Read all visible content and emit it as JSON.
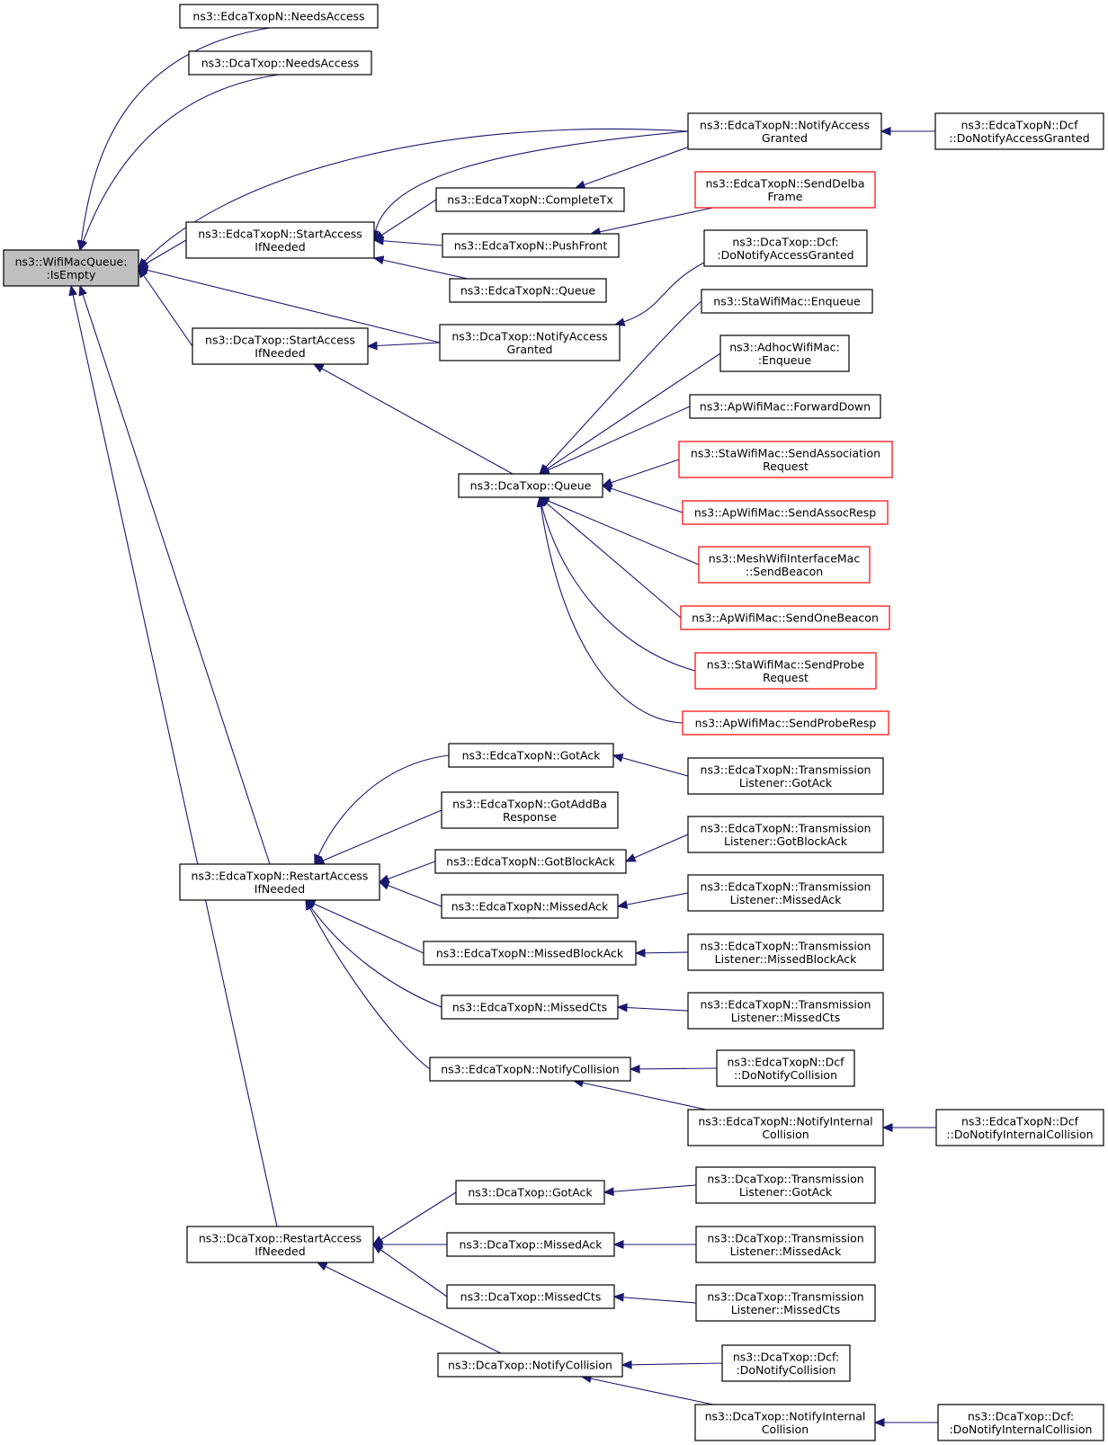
{
  "graph": {
    "edge_color": "#191970",
    "node_border": "#000000",
    "truncated_border": "#ff0000",
    "root_fill": "#bfbfbf",
    "nodes": [
      {
        "id": "root",
        "lines": [
          "ns3::WifiMacQueue:",
          ":IsEmpty"
        ],
        "style": "root"
      },
      {
        "id": "e_needsaccess",
        "lines": [
          "ns3::EdcaTxopN::NeedsAccess"
        ],
        "style": "normal"
      },
      {
        "id": "d_needsaccess",
        "lines": [
          "ns3::DcaTxop::NeedsAccess"
        ],
        "style": "normal"
      },
      {
        "id": "e_notifyaccess",
        "lines": [
          "ns3::EdcaTxopN::NotifyAccess",
          "Granted"
        ],
        "style": "normal"
      },
      {
        "id": "e_dcf_notifyaccess",
        "lines": [
          "ns3::EdcaTxopN::Dcf",
          "::DoNotifyAccessGranted"
        ],
        "style": "normal"
      },
      {
        "id": "e_completetx",
        "lines": [
          "ns3::EdcaTxopN::CompleteTx"
        ],
        "style": "normal"
      },
      {
        "id": "e_senddelba",
        "lines": [
          "ns3::EdcaTxopN::SendDelba",
          "Frame"
        ],
        "style": "truncated"
      },
      {
        "id": "e_startaccess",
        "lines": [
          "ns3::EdcaTxopN::StartAccess",
          "IfNeeded"
        ],
        "style": "normal"
      },
      {
        "id": "e_pushfront",
        "lines": [
          "ns3::EdcaTxopN::PushFront"
        ],
        "style": "normal"
      },
      {
        "id": "d_dcf_notifyaccess",
        "lines": [
          "ns3::DcaTxop::Dcf:",
          ":DoNotifyAccessGranted"
        ],
        "style": "normal"
      },
      {
        "id": "e_queue",
        "lines": [
          "ns3::EdcaTxopN::Queue"
        ],
        "style": "normal"
      },
      {
        "id": "sta_enqueue",
        "lines": [
          "ns3::StaWifiMac::Enqueue"
        ],
        "style": "normal"
      },
      {
        "id": "d_startaccess",
        "lines": [
          "ns3::DcaTxop::StartAccess",
          "IfNeeded"
        ],
        "style": "normal"
      },
      {
        "id": "d_notifyaccess",
        "lines": [
          "ns3::DcaTxop::NotifyAccess",
          "Granted"
        ],
        "style": "normal"
      },
      {
        "id": "adhoc_enqueue",
        "lines": [
          "ns3::AdhocWifiMac:",
          ":Enqueue"
        ],
        "style": "normal"
      },
      {
        "id": "ap_forwarddown",
        "lines": [
          "ns3::ApWifiMac::ForwardDown"
        ],
        "style": "normal"
      },
      {
        "id": "sta_sendassoc",
        "lines": [
          "ns3::StaWifiMac::SendAssociation",
          "Request"
        ],
        "style": "truncated"
      },
      {
        "id": "d_queue",
        "lines": [
          "ns3::DcaTxop::Queue"
        ],
        "style": "normal"
      },
      {
        "id": "ap_sendassocresp",
        "lines": [
          "ns3::ApWifiMac::SendAssocResp"
        ],
        "style": "truncated"
      },
      {
        "id": "mesh_sendbeacon",
        "lines": [
          "ns3::MeshWifiInterfaceMac",
          "::SendBeacon"
        ],
        "style": "truncated"
      },
      {
        "id": "ap_sendonebeacon",
        "lines": [
          "ns3::ApWifiMac::SendOneBeacon"
        ],
        "style": "truncated"
      },
      {
        "id": "sta_sendprobe",
        "lines": [
          "ns3::StaWifiMac::SendProbe",
          "Request"
        ],
        "style": "truncated"
      },
      {
        "id": "ap_sendproberesp",
        "lines": [
          "ns3::ApWifiMac::SendProbeResp"
        ],
        "style": "truncated"
      },
      {
        "id": "e_gotack",
        "lines": [
          "ns3::EdcaTxopN::GotAck"
        ],
        "style": "normal"
      },
      {
        "id": "e_tl_gotack",
        "lines": [
          "ns3::EdcaTxopN::Transmission",
          "Listener::GotAck"
        ],
        "style": "normal"
      },
      {
        "id": "e_gotaddba",
        "lines": [
          "ns3::EdcaTxopN::GotAddBa",
          "Response"
        ],
        "style": "normal"
      },
      {
        "id": "e_tl_gotblockack",
        "lines": [
          "ns3::EdcaTxopN::Transmission",
          "Listener::GotBlockAck"
        ],
        "style": "normal"
      },
      {
        "id": "e_gotblockack",
        "lines": [
          "ns3::EdcaTxopN::GotBlockAck"
        ],
        "style": "normal"
      },
      {
        "id": "e_restart",
        "lines": [
          "ns3::EdcaTxopN::RestartAccess",
          "IfNeeded"
        ],
        "style": "normal"
      },
      {
        "id": "e_tl_missedack",
        "lines": [
          "ns3::EdcaTxopN::Transmission",
          "Listener::MissedAck"
        ],
        "style": "normal"
      },
      {
        "id": "e_missedack",
        "lines": [
          "ns3::EdcaTxopN::MissedAck"
        ],
        "style": "normal"
      },
      {
        "id": "e_missedblockack",
        "lines": [
          "ns3::EdcaTxopN::MissedBlockAck"
        ],
        "style": "normal"
      },
      {
        "id": "e_tl_missedblockack",
        "lines": [
          "ns3::EdcaTxopN::Transmission",
          "Listener::MissedBlockAck"
        ],
        "style": "normal"
      },
      {
        "id": "e_missedcts",
        "lines": [
          "ns3::EdcaTxopN::MissedCts"
        ],
        "style": "normal"
      },
      {
        "id": "e_tl_missedcts",
        "lines": [
          "ns3::EdcaTxopN::Transmission",
          "Listener::MissedCts"
        ],
        "style": "normal"
      },
      {
        "id": "e_notifycollision",
        "lines": [
          "ns3::EdcaTxopN::NotifyCollision"
        ],
        "style": "normal"
      },
      {
        "id": "e_dcf_notifycollision",
        "lines": [
          "ns3::EdcaTxopN::Dcf",
          "::DoNotifyCollision"
        ],
        "style": "normal"
      },
      {
        "id": "e_notifyinternal",
        "lines": [
          "ns3::EdcaTxopN::NotifyInternal",
          "Collision"
        ],
        "style": "normal"
      },
      {
        "id": "e_dcf_notifyinternal",
        "lines": [
          "ns3::EdcaTxopN::Dcf",
          "::DoNotifyInternalCollision"
        ],
        "style": "normal"
      },
      {
        "id": "d_gotack",
        "lines": [
          "ns3::DcaTxop::GotAck"
        ],
        "style": "normal"
      },
      {
        "id": "d_tl_gotack",
        "lines": [
          "ns3::DcaTxop::Transmission",
          "Listener::GotAck"
        ],
        "style": "normal"
      },
      {
        "id": "d_restart",
        "lines": [
          "ns3::DcaTxop::RestartAccess",
          "IfNeeded"
        ],
        "style": "normal"
      },
      {
        "id": "d_missedack",
        "lines": [
          "ns3::DcaTxop::MissedAck"
        ],
        "style": "normal"
      },
      {
        "id": "d_tl_missedack",
        "lines": [
          "ns3::DcaTxop::Transmission",
          "Listener::MissedAck"
        ],
        "style": "normal"
      },
      {
        "id": "d_missedcts",
        "lines": [
          "ns3::DcaTxop::MissedCts"
        ],
        "style": "normal"
      },
      {
        "id": "d_tl_missedcts",
        "lines": [
          "ns3::DcaTxop::Transmission",
          "Listener::MissedCts"
        ],
        "style": "normal"
      },
      {
        "id": "d_notifycollision",
        "lines": [
          "ns3::DcaTxop::NotifyCollision"
        ],
        "style": "normal"
      },
      {
        "id": "d_dcf_notifycollision",
        "lines": [
          "ns3::DcaTxop::Dcf:",
          ":DoNotifyCollision"
        ],
        "style": "normal"
      },
      {
        "id": "d_notifyinternal",
        "lines": [
          "ns3::DcaTxop::NotifyInternal",
          "Collision"
        ],
        "style": "normal"
      },
      {
        "id": "d_dcf_notifyinternal",
        "lines": [
          "ns3::DcaTxop::Dcf:",
          ":DoNotifyInternalCollision"
        ],
        "style": "normal"
      }
    ],
    "edges": [
      {
        "from": "e_needsaccess",
        "to": "root"
      },
      {
        "from": "d_needsaccess",
        "to": "root"
      },
      {
        "from": "e_notifyaccess",
        "to": "root"
      },
      {
        "from": "e_startaccess",
        "to": "root"
      },
      {
        "from": "d_notifyaccess",
        "to": "root"
      },
      {
        "from": "d_startaccess",
        "to": "root"
      },
      {
        "from": "e_restart",
        "to": "root"
      },
      {
        "from": "d_restart",
        "to": "root"
      },
      {
        "from": "e_dcf_notifyaccess",
        "to": "e_notifyaccess"
      },
      {
        "from": "e_notifyaccess",
        "to": "e_completetx"
      },
      {
        "from": "e_notifyaccess",
        "to": "e_startaccess"
      },
      {
        "from": "e_completetx",
        "to": "e_startaccess"
      },
      {
        "from": "e_pushfront",
        "to": "e_startaccess"
      },
      {
        "from": "e_queue",
        "to": "e_startaccess"
      },
      {
        "from": "e_senddelba",
        "to": "e_pushfront"
      },
      {
        "from": "d_dcf_notifyaccess",
        "to": "d_notifyaccess"
      },
      {
        "from": "d_notifyaccess",
        "to": "d_startaccess"
      },
      {
        "from": "d_queue",
        "to": "d_startaccess"
      },
      {
        "from": "sta_enqueue",
        "to": "d_queue"
      },
      {
        "from": "adhoc_enqueue",
        "to": "d_queue"
      },
      {
        "from": "ap_forwarddown",
        "to": "d_queue"
      },
      {
        "from": "sta_sendassoc",
        "to": "d_queue"
      },
      {
        "from": "ap_sendassocresp",
        "to": "d_queue"
      },
      {
        "from": "mesh_sendbeacon",
        "to": "d_queue"
      },
      {
        "from": "ap_sendonebeacon",
        "to": "d_queue"
      },
      {
        "from": "sta_sendprobe",
        "to": "d_queue"
      },
      {
        "from": "ap_sendproberesp",
        "to": "d_queue"
      },
      {
        "from": "e_gotack",
        "to": "e_restart"
      },
      {
        "from": "e_gotaddba",
        "to": "e_restart"
      },
      {
        "from": "e_gotblockack",
        "to": "e_restart"
      },
      {
        "from": "e_missedack",
        "to": "e_restart"
      },
      {
        "from": "e_missedblockack",
        "to": "e_restart"
      },
      {
        "from": "e_missedcts",
        "to": "e_restart"
      },
      {
        "from": "e_notifycollision",
        "to": "e_restart"
      },
      {
        "from": "e_tl_gotack",
        "to": "e_gotack"
      },
      {
        "from": "e_tl_gotblockack",
        "to": "e_gotblockack"
      },
      {
        "from": "e_tl_missedack",
        "to": "e_missedack"
      },
      {
        "from": "e_tl_missedblockack",
        "to": "e_missedblockack"
      },
      {
        "from": "e_tl_missedcts",
        "to": "e_missedcts"
      },
      {
        "from": "e_dcf_notifycollision",
        "to": "e_notifycollision"
      },
      {
        "from": "e_notifyinternal",
        "to": "e_notifycollision"
      },
      {
        "from": "e_dcf_notifyinternal",
        "to": "e_notifyinternal"
      },
      {
        "from": "d_gotack",
        "to": "d_restart"
      },
      {
        "from": "d_missedack",
        "to": "d_restart"
      },
      {
        "from": "d_missedcts",
        "to": "d_restart"
      },
      {
        "from": "d_notifycollision",
        "to": "d_restart"
      },
      {
        "from": "d_tl_gotack",
        "to": "d_gotack"
      },
      {
        "from": "d_tl_missedack",
        "to": "d_missedack"
      },
      {
        "from": "d_tl_missedcts",
        "to": "d_missedcts"
      },
      {
        "from": "d_dcf_notifycollision",
        "to": "d_notifycollision"
      },
      {
        "from": "d_notifyinternal",
        "to": "d_notifycollision"
      },
      {
        "from": "d_dcf_notifyinternal",
        "to": "d_notifyinternal"
      }
    ]
  }
}
